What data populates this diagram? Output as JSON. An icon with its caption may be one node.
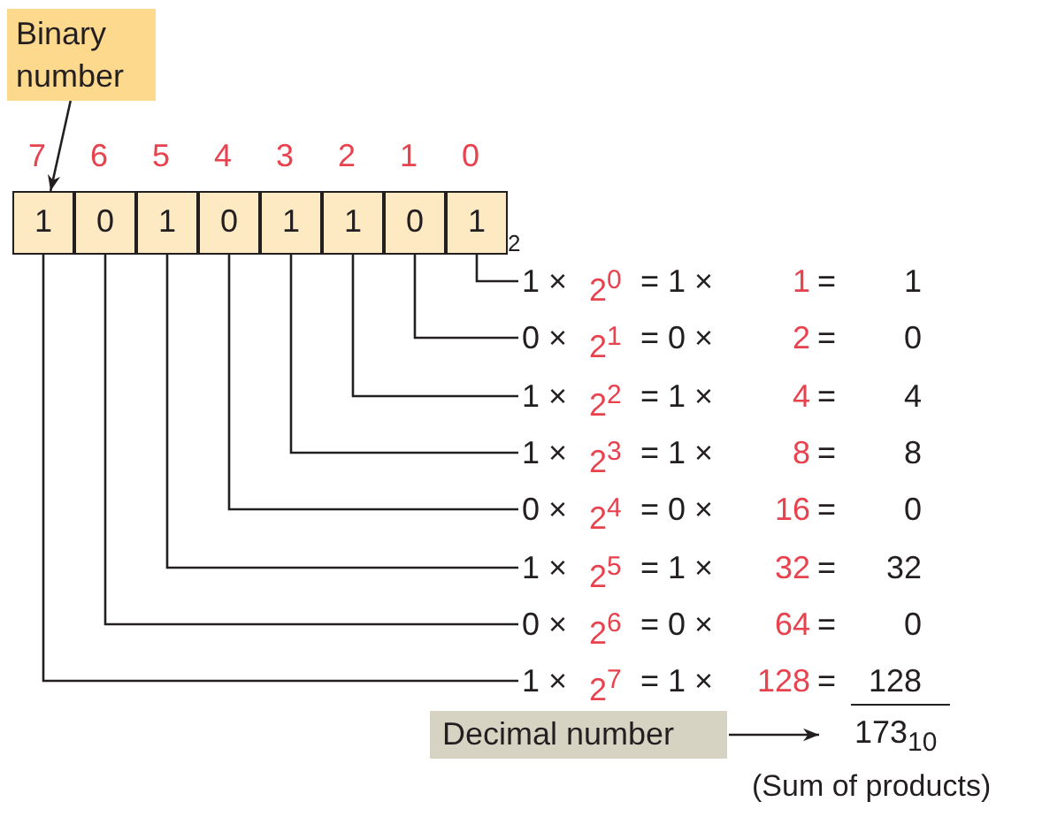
{
  "diagram": {
    "nodes": [
      {
        "text": [
          "Binary number"
        ]
      },
      {
        "text": [
          "1"
        ]
      },
      {
        "text": [
          "0"
        ]
      },
      {
        "text": [
          "1"
        ]
      },
      {
        "text": [
          "0"
        ]
      },
      {
        "text": [
          "1"
        ]
      },
      {
        "text": [
          "1"
        ]
      },
      {
        "text": [
          "0"
        ]
      },
      {
        "text": [
          "1"
        ]
      },
      {
        "text": [
          "1 ×",
          "2$^{0}$",
          "= 1 ×",
          "1",
          "=",
          "1"
        ]
      },
      {
        "text": [
          "0 ×",
          "2$^{1}$",
          "= 0 ×",
          "2",
          "=",
          "0"
        ]
      },
      {
        "text": [
          "1 ×",
          "2$^{2}$",
          "= 1 ×",
          "4",
          "=",
          "4"
        ]
      },
      {
        "text": [
          "1 ×",
          "2$^{3}$",
          "= 1 ×",
          "8",
          "=",
          "8"
        ]
      },
      {
        "text": [
          "0 ×",
          "2$^{4}$",
          "= 0 ×",
          "16",
          "=",
          "0"
        ]
      },
      {
        "text": [
          "1 ×",
          "2$^{5}$",
          "= 1 ×",
          "32",
          "=",
          "32"
        ]
      },
      {
        "text": [
          "0 ×",
          "2$^{6}$",
          "= 0 ×",
          "64",
          "=",
          "0"
        ]
      },
      {
        "text": [
          "1 ×",
          "2$^{7}$",
          "= 1 ×",
          "128",
          "=",
          "128"
        ]
      },
      {
        "text": [
          "Decimal number"
        ]
      },
      {
        "text": [
          "173$_{10}$"
        ]
      }
    ],
    "edges": [
      {
        "from": 0,
        "to": 1,
        "arrow": "to"
      },
      {
        "from": 8,
        "to": 9,
        "arrow": "none"
      },
      {
        "from": 7,
        "to": 10,
        "arrow": "none"
      },
      {
        "from": 6,
        "to": 11,
        "arrow": "none"
      },
      {
        "from": 5,
        "to": 12,
        "arrow": "none"
      },
      {
        "from": 4,
        "to": 13,
        "arrow": "none"
      },
      {
        "from": 3,
        "to": 14,
        "arrow": "none"
      },
      {
        "from": 2,
        "to": 15,
        "arrow": "none"
      },
      {
        "from": 1,
        "to": 16,
        "arrow": "none"
      },
      {
        "from": 17,
        "to": 18,
        "arrow": "to"
      }
    ],
    "labels": [
      "7",
      "6",
      "5",
      "4",
      "3",
      "2",
      "1",
      "0",
      "2",
      "(Sum of products)"
    ]
  }
}
